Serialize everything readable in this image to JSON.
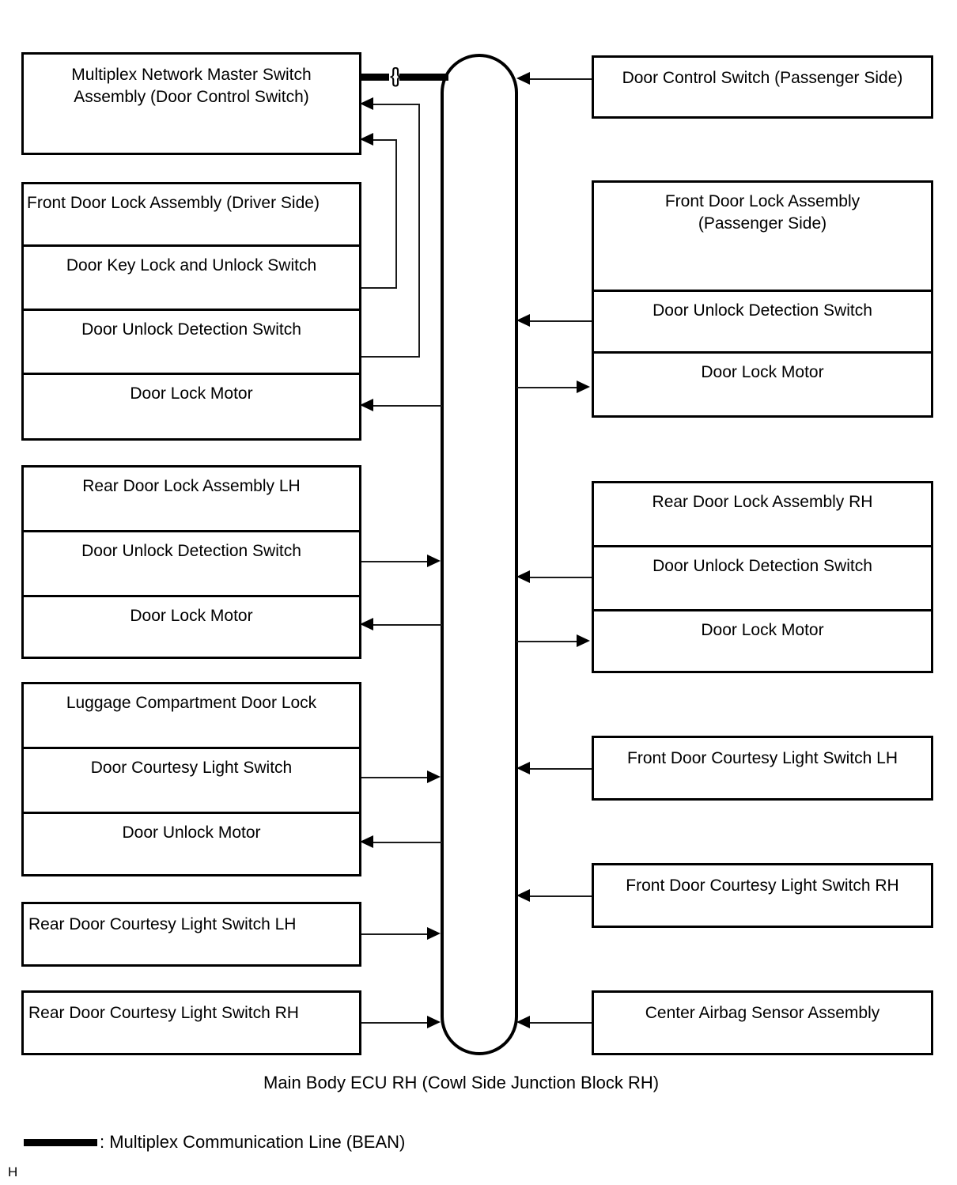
{
  "diagram": {
    "title_caption": "Main Body ECU RH (Cowl Side Junction Block RH)",
    "corner_mark": "H",
    "legend": {
      "label": ": Multiplex Communication Line (BEAN)"
    },
    "ecu": {
      "name": "main-body-ecu-column"
    },
    "left_column": [
      {
        "id": "multiplex-network-master-switch",
        "label": "Multiplex Network Master Switch\nAssembly (Door Control Switch)",
        "cells": []
      },
      {
        "id": "front-door-lock-assembly-driver",
        "label": "Front Door Lock Assembly (Driver Side)",
        "cells": [
          "Front Door Lock Assembly (Driver Side)",
          "Door Key Lock and Unlock Switch",
          "Door Unlock Detection Switch",
          "Door Lock Motor"
        ]
      },
      {
        "id": "rear-door-lock-assembly-lh",
        "label": "Rear Door Lock Assembly LH",
        "cells": [
          "Rear Door Lock Assembly LH",
          "Door Unlock Detection Switch",
          "Door Lock Motor"
        ]
      },
      {
        "id": "luggage-compartment-door-lock",
        "label": "Luggage Compartment Door Lock",
        "cells": [
          "Luggage Compartment Door Lock",
          "Door Courtesy Light Switch",
          "Door Unlock Motor"
        ]
      },
      {
        "id": "rear-door-courtesy-light-switch-lh",
        "label": "Rear Door Courtesy Light Switch LH",
        "cells": []
      },
      {
        "id": "rear-door-courtesy-light-switch-rh",
        "label": "Rear Door Courtesy Light Switch RH",
        "cells": []
      }
    ],
    "right_column": [
      {
        "id": "door-control-switch-passenger",
        "label": "Door Control Switch (Passenger Side)",
        "cells": []
      },
      {
        "id": "front-door-lock-assembly-passenger",
        "label": "Front Door Lock Assembly\n(Passenger Side)",
        "cells": [
          "Front Door Lock Assembly\n(Passenger Side)",
          "Door Unlock Detection Switch",
          "Door Lock Motor"
        ]
      },
      {
        "id": "rear-door-lock-assembly-rh",
        "label": "Rear Door Lock Assembly RH",
        "cells": [
          "Rear Door Lock Assembly RH",
          "Door Unlock Detection Switch",
          "Door Lock Motor"
        ]
      },
      {
        "id": "front-door-courtesy-light-switch-lh",
        "label": "Front Door Courtesy Light Switch LH",
        "cells": []
      },
      {
        "id": "front-door-courtesy-light-switch-rh",
        "label": "Front Door Courtesy Light Switch RH",
        "cells": []
      },
      {
        "id": "center-airbag-sensor-assembly",
        "label": "Center Airbag Sensor Assembly",
        "cells": []
      }
    ]
  }
}
